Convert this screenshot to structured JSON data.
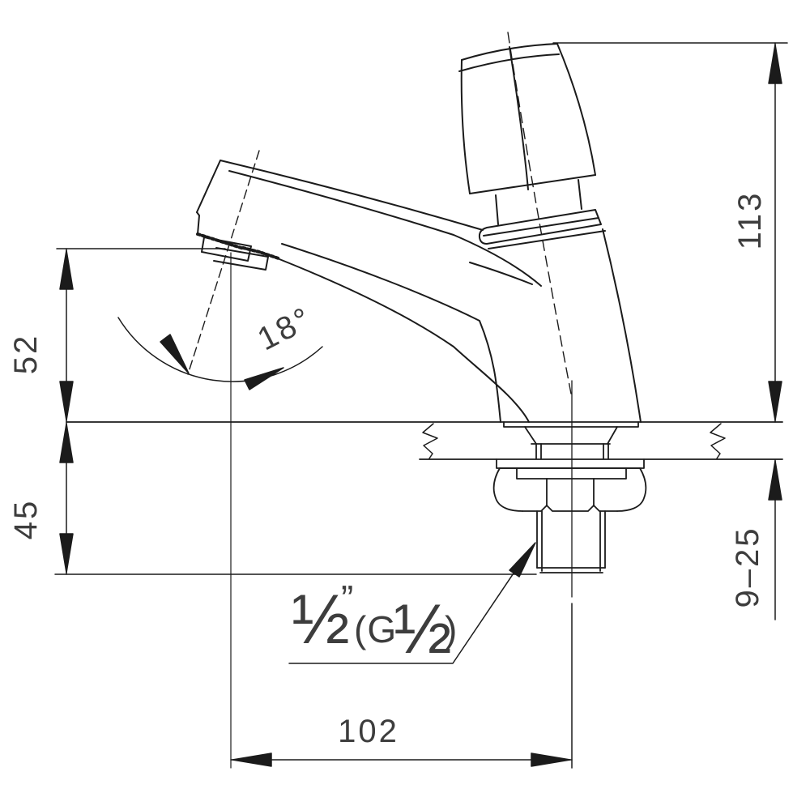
{
  "meta": {
    "kind": "technical dimension drawing",
    "subject": "basin pillar tap (faucet), side elevation with mounting section"
  },
  "colors": {
    "background": "#ffffff",
    "line": "#1b1b1b",
    "text": "#3d3d3d"
  },
  "dimensions": {
    "overall_height_above_deck": "113",
    "spout_outlet_height": "52",
    "under_deck_length": "45",
    "deck_thickness_range": "9–25",
    "spout_reach": "102",
    "spout_angle": "18°"
  },
  "thread_label": {
    "half_a": "½",
    "inch_mark": "”",
    "group_open": "(G",
    "half_b": "½",
    "group_close": ")"
  }
}
